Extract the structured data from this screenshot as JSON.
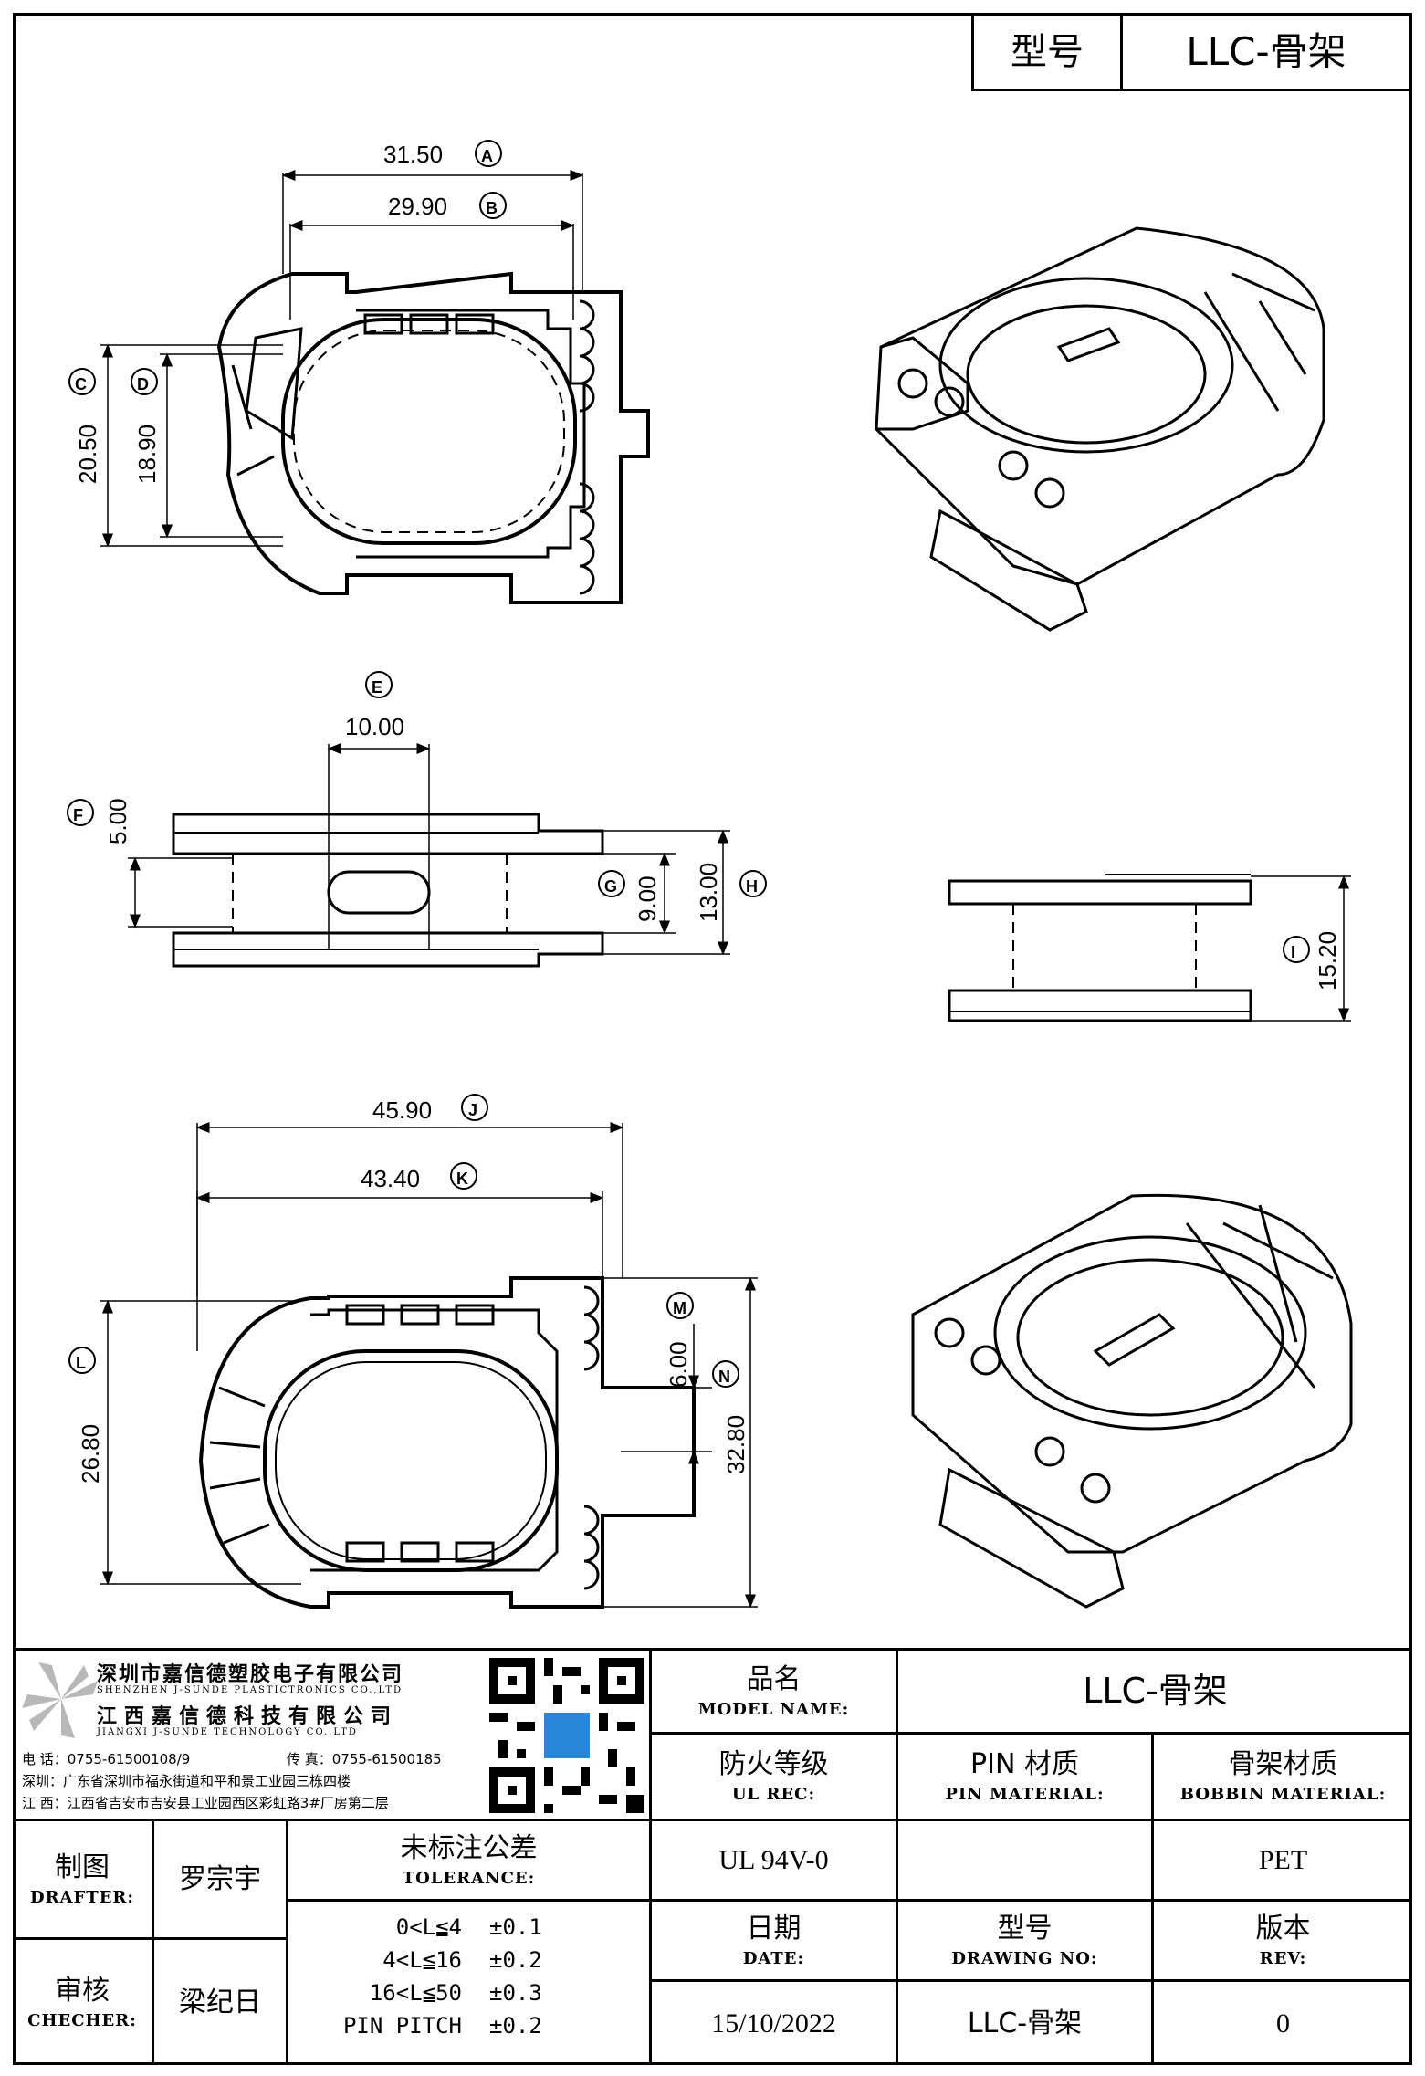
{
  "header": {
    "type_label": "型号",
    "type_value": "LLC-骨架"
  },
  "dimensions": [
    {
      "id": "A",
      "value": "31.50"
    },
    {
      "id": "B",
      "value": "29.90"
    },
    {
      "id": "C",
      "value": "20.50"
    },
    {
      "id": "D",
      "value": "18.90"
    },
    {
      "id": "E",
      "value": "10.00"
    },
    {
      "id": "F",
      "value": "5.00"
    },
    {
      "id": "G",
      "value": "9.00"
    },
    {
      "id": "H",
      "value": "13.00"
    },
    {
      "id": "I",
      "value": "15.20"
    },
    {
      "id": "J",
      "value": "45.90"
    },
    {
      "id": "K",
      "value": "43.40"
    },
    {
      "id": "L",
      "value": "26.80"
    },
    {
      "id": "M",
      "value": "6.00"
    },
    {
      "id": "N",
      "value": "32.80"
    }
  ],
  "company": {
    "name_cn_1": "深圳市嘉信德塑胶电子有限公司",
    "name_en_1": "SHENZHEN J-SUNDE PLASTICTRONICS CO.,LTD",
    "name_cn_2": "江西嘉信德科技有限公司",
    "name_en_2": "JIANGXI J-SUNDE TECHNOLOGY CO.,LTD",
    "phone": "电 话：0755-61500108/9",
    "fax": "传 真：0755-61500185",
    "addr_sz": "深圳：广东省深圳市福永街道和平和景工业园三栋四楼",
    "addr_jx": "江 西：江西省吉安市吉安县工业园西区彩虹路3#厂房第二层"
  },
  "title_block": {
    "model_name_cn": "品名",
    "model_name_en": "MODEL NAME:",
    "model_name_value": "LLC-骨架",
    "ul_cn": "防火等级",
    "ul_en": "UL REC:",
    "pin_cn": "PIN 材质",
    "pin_en": "PIN MATERIAL:",
    "bobbin_cn": "骨架材质",
    "bobbin_en": "BOBBIN MATERIAL:",
    "ul_value": "UL 94V-0",
    "pin_value": "",
    "bobbin_value": "PET",
    "drafter_cn": "制图",
    "drafter_en": "DRAFTER:",
    "drafter_value": "罗宗宇",
    "checker_cn": "审核",
    "checker_en": "CHECHER:",
    "checker_value": "梁纪日",
    "tolerance_cn": "未标注公差",
    "tolerance_en": "TOLERANCE:",
    "tolerance_rows": [
      {
        "range": "0<L≦4",
        "tol": "±0.1"
      },
      {
        "range": "4<L≦16",
        "tol": "±0.2"
      },
      {
        "range": "16<L≦50",
        "tol": "±0.3"
      },
      {
        "range": "PIN PITCH",
        "tol": "±0.2"
      }
    ],
    "date_cn": "日期",
    "date_en": "DATE:",
    "date_value": "15/10/2022",
    "drawing_cn": "型号",
    "drawing_en": "DRAWING NO:",
    "drawing_value": "LLC-骨架",
    "rev_cn": "版本",
    "rev_en": "REV:",
    "rev_value": "0"
  }
}
